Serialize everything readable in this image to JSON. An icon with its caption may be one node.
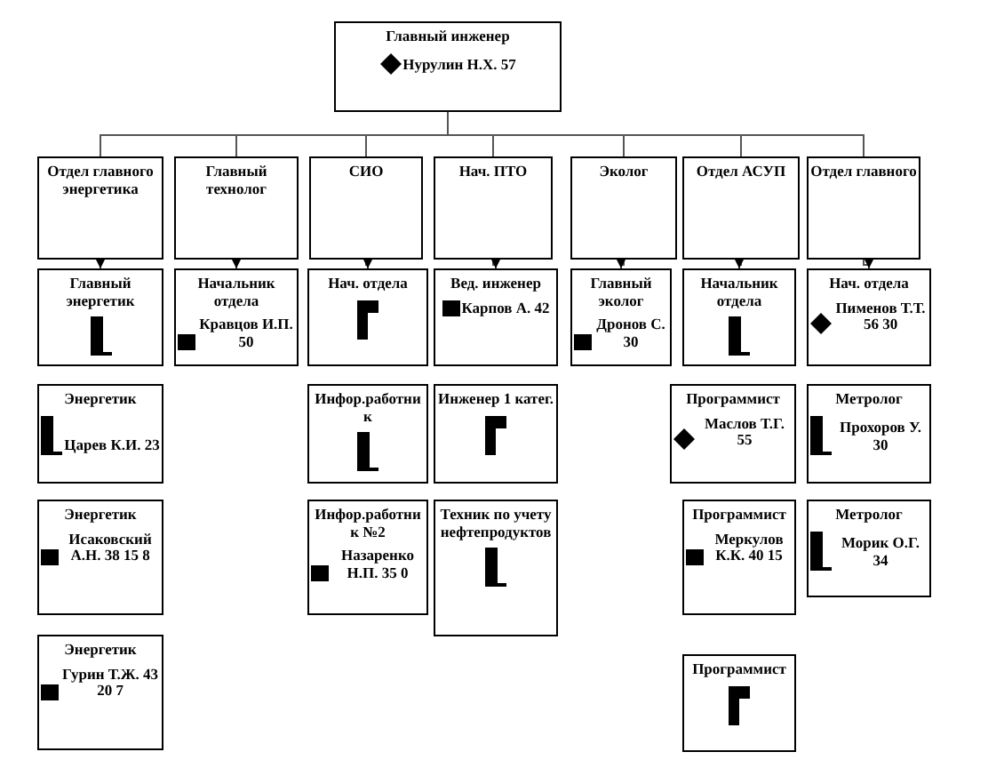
{
  "diagram": {
    "nodes": [
      {
        "text": [
          "Главный инженер",
          "Нурулин Н.Х. 57"
        ]
      },
      {
        "text": [
          "Отдел главного энергетика"
        ]
      },
      {
        "text": [
          "Главный технолог"
        ]
      },
      {
        "text": [
          "СИО"
        ]
      },
      {
        "text": [
          "Нач. ПТО"
        ]
      },
      {
        "text": [
          "Эколог"
        ]
      },
      {
        "text": [
          "Отдел АСУП"
        ]
      },
      {
        "text": [
          "Отдел главного"
        ]
      },
      {
        "text": [
          "Главный энергетик"
        ]
      },
      {
        "text": [
          "Энергетик",
          "Царев К.И. 23"
        ]
      },
      {
        "text": [
          "Энергетик",
          "Исаковский А.Н. 38 15 8"
        ]
      },
      {
        "text": [
          "Энергетик",
          "Гурин Т.Ж. 43 20 7"
        ]
      },
      {
        "text": [
          "Начальник отдела",
          "Кравцов И.П. 50"
        ]
      },
      {
        "text": [
          "Нач. отдела"
        ]
      },
      {
        "text": [
          "Инфор.работник"
        ]
      },
      {
        "text": [
          "Инфор.работник №2",
          "Назаренко Н.П. 35 0"
        ]
      },
      {
        "text": [
          "Вед. инженер",
          "Карпов А. 42"
        ]
      },
      {
        "text": [
          "Инженер 1 катег."
        ]
      },
      {
        "text": [
          "Техник по учету нефтепродуктов"
        ]
      },
      {
        "text": [
          "Главный эколог",
          "Дронов С. 30"
        ]
      },
      {
        "text": [
          "Начальник отдела"
        ]
      },
      {
        "text": [
          "Программист",
          "Маслов Т.Г. 55"
        ]
      },
      {
        "text": [
          "Программист",
          "Меркулов К.К. 40 15"
        ]
      },
      {
        "text": [
          "Программист"
        ]
      },
      {
        "text": [
          "Нач. отдела",
          "Пименов Т.Т. 56 30"
        ]
      },
      {
        "text": [
          "Метролог",
          "Прохоров У. 30"
        ]
      },
      {
        "text": [
          "Метролог",
          "Морик О.Г. 34"
        ]
      }
    ],
    "edges": [
      {
        "from": 0,
        "to": 1,
        "arrow": "none"
      },
      {
        "from": 0,
        "to": 2,
        "arrow": "none"
      },
      {
        "from": 0,
        "to": 3,
        "arrow": "none"
      },
      {
        "from": 0,
        "to": 4,
        "arrow": "none"
      },
      {
        "from": 0,
        "to": 5,
        "arrow": "none"
      },
      {
        "from": 0,
        "to": 6,
        "arrow": "none"
      },
      {
        "from": 0,
        "to": 7,
        "arrow": "none"
      },
      {
        "from": 1,
        "to": 8,
        "arrow": "to"
      },
      {
        "from": 2,
        "to": 12,
        "arrow": "to"
      },
      {
        "from": 3,
        "to": 13,
        "arrow": "to"
      },
      {
        "from": 4,
        "to": 16,
        "arrow": "to"
      },
      {
        "from": 5,
        "to": 19,
        "arrow": "to"
      },
      {
        "from": 6,
        "to": 20,
        "arrow": "to"
      },
      {
        "from": 7,
        "to": 24,
        "arrow": "to"
      }
    ]
  }
}
